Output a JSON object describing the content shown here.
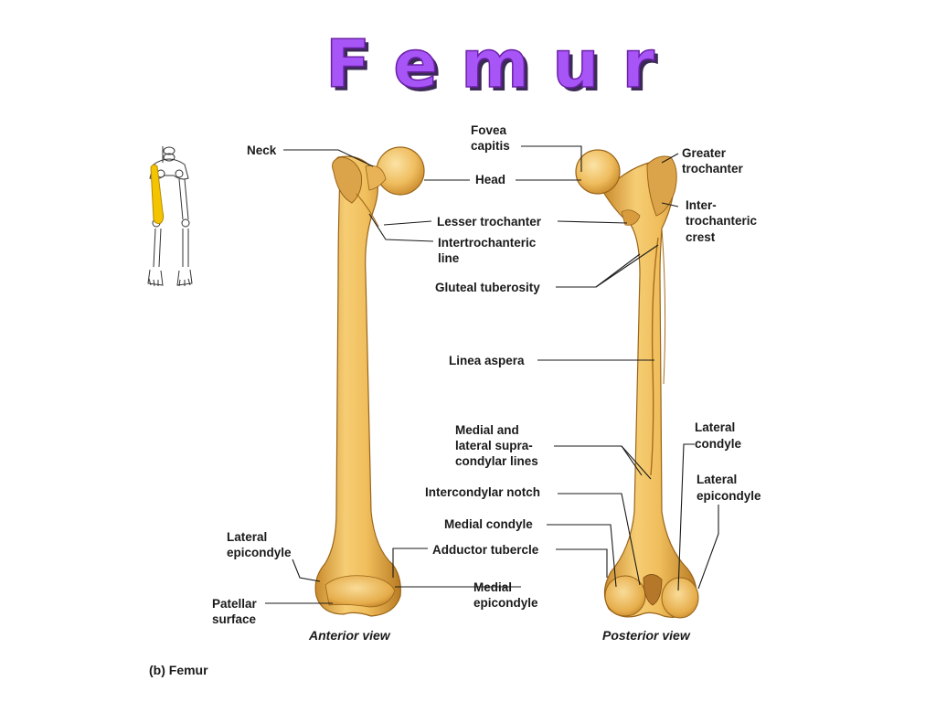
{
  "title": "F e m u r",
  "colors": {
    "title_fill": "#a855f7",
    "title_shadow": "#3b2a55",
    "bone_light": "#f3c66a",
    "bone_mid": "#e3a640",
    "bone_dark": "#b87a22",
    "text": "#1a1a1a"
  },
  "labels": {
    "neck": [
      "Neck"
    ],
    "fovea_capitis": [
      "Fovea",
      "capitis"
    ],
    "head": [
      "Head"
    ],
    "greater_trochanter": [
      "Greater",
      "trochanter"
    ],
    "intertrochanteric_crest": [
      "Inter-",
      "trochanteric",
      "crest"
    ],
    "lesser_trochanter": [
      "Lesser trochanter"
    ],
    "intertrochanteric_line": [
      "Intertrochanteric",
      "line"
    ],
    "gluteal_tuberosity": [
      "Gluteal tuberosity"
    ],
    "linea_aspera": [
      "Linea aspera"
    ],
    "supracondylar_lines": [
      "Medial and",
      "lateral supra-",
      "condylar lines"
    ],
    "lateral_condyle": [
      "Lateral",
      "condyle"
    ],
    "lateral_epicondyle_right": [
      "Lateral",
      "epicondyle"
    ],
    "intercondylar_notch": [
      "Intercondylar notch"
    ],
    "medial_condyle": [
      "Medial condyle"
    ],
    "adductor_tubercle": [
      "Adductor tubercle"
    ],
    "medial_epicondyle": [
      "Medial",
      "epicondyle"
    ],
    "lateral_epicondyle_left": [
      "Lateral",
      "epicondyle"
    ],
    "patellar_surface": [
      "Patellar",
      "surface"
    ]
  },
  "views": {
    "anterior": "Anterior view",
    "posterior": "Posterior view"
  },
  "caption": "(b) Femur"
}
